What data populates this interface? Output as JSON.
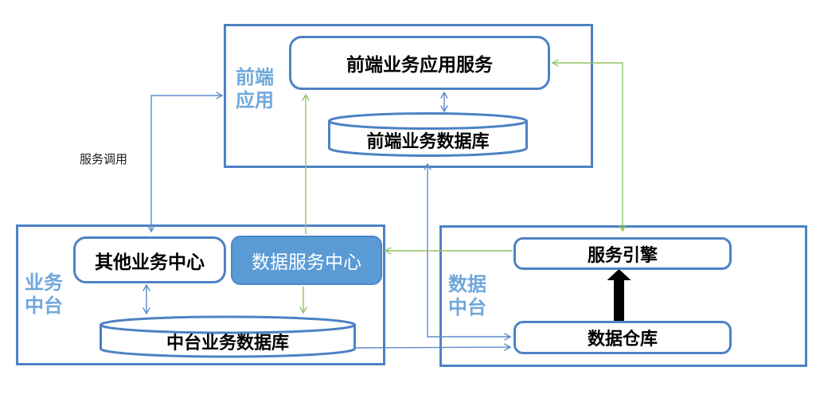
{
  "groups": {
    "frontend": {
      "label": [
        "前端",
        "应用"
      ]
    },
    "business": {
      "label": [
        "业务",
        "中台"
      ]
    },
    "data": {
      "label": [
        "数据",
        "中台"
      ]
    }
  },
  "nodes": {
    "app_service": {
      "label": "前端业务应用服务"
    },
    "frontend_db": {
      "label": "前端业务数据库"
    },
    "other_center": {
      "label": "其他业务中心"
    },
    "data_service_center": {
      "label": "数据服务中心"
    },
    "mid_db": {
      "label": "中台业务数据库"
    },
    "service_engine": {
      "label": "服务引擎"
    },
    "data_warehouse": {
      "label": "数据仓库"
    }
  },
  "annotations": {
    "service_call": "服务调用"
  },
  "connections": [
    {
      "from": "其他业务中心",
      "to": "前端应用",
      "color": "blue",
      "arrows": "both",
      "label": "服务调用"
    },
    {
      "from": "前端业务应用服务",
      "to": "前端业务数据库",
      "color": "blue",
      "arrows": "both"
    },
    {
      "from": "其他业务中心",
      "to": "中台业务数据库",
      "color": "blue",
      "arrows": "both"
    },
    {
      "from": "前端业务数据库",
      "to": "数据仓库",
      "color": "blue",
      "arrows": "both"
    },
    {
      "from": "中台业务数据库",
      "to": "数据仓库",
      "color": "blue",
      "arrows": "end"
    },
    {
      "from": "数据服务中心",
      "to": "前端业务应用服务",
      "color": "green",
      "arrows": "end"
    },
    {
      "from": "数据服务中心",
      "to": "中台业务数据库",
      "color": "green",
      "arrows": "end"
    },
    {
      "from": "服务引擎",
      "to": "数据服务中心",
      "color": "green",
      "arrows": "end"
    },
    {
      "from": "前端业务应用服务",
      "to": "服务引擎",
      "color": "green",
      "arrows": "both"
    },
    {
      "from": "数据仓库",
      "to": "服务引擎",
      "color": "black-block",
      "arrows": "end"
    }
  ],
  "colors": {
    "box_border_blue": "#4d82c4",
    "node_fill_blue": "#5b9bd5",
    "connector_blue": "#5e8bc9",
    "connector_green": "#93c464",
    "group_label_blue": "#6fa8dc",
    "block_arrow_black": "#000000",
    "background": "#ffffff"
  }
}
